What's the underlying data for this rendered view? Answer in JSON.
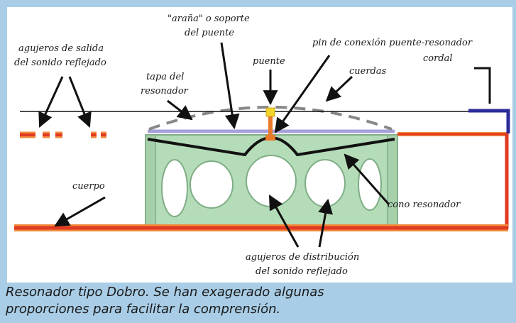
{
  "labels": {
    "agujeros_salida": [
      "agujeros de salida",
      "del sonido reflejado"
    ],
    "arana": [
      "\"araña\" o soporte",
      "del puente"
    ],
    "pin": "pin de conexión puente-resonador",
    "cordal": "cordal",
    "puente": "puente",
    "cuerdas": "cuerdas",
    "tapa": [
      "tapa del",
      "resonador"
    ],
    "cuerpo": "cuerpo",
    "cono": "cono resonador",
    "agujeros_distribucion": [
      "agujeros de distribución",
      "del sonido reflejado"
    ]
  },
  "caption": {
    "line1": "Resonador tipo Dobro. Se han exagerado algunas",
    "line2": "proporciones para facilitar la comprensión."
  },
  "colors": {
    "background": "#a9cde6",
    "panel": "#ffffff",
    "body_line": "#e03a22",
    "body_line_light": "#f08a3c",
    "resonator_green": "#b5dcb8",
    "resonator_outline": "#7fae86",
    "cordal": "#2a2a99",
    "bridge_yellow": "#f2d52a",
    "bridge_orange": "#e87a2a",
    "strings": "#111111",
    "dashed_arc": "#888888",
    "cover_lilac": "#a8a0d8"
  }
}
